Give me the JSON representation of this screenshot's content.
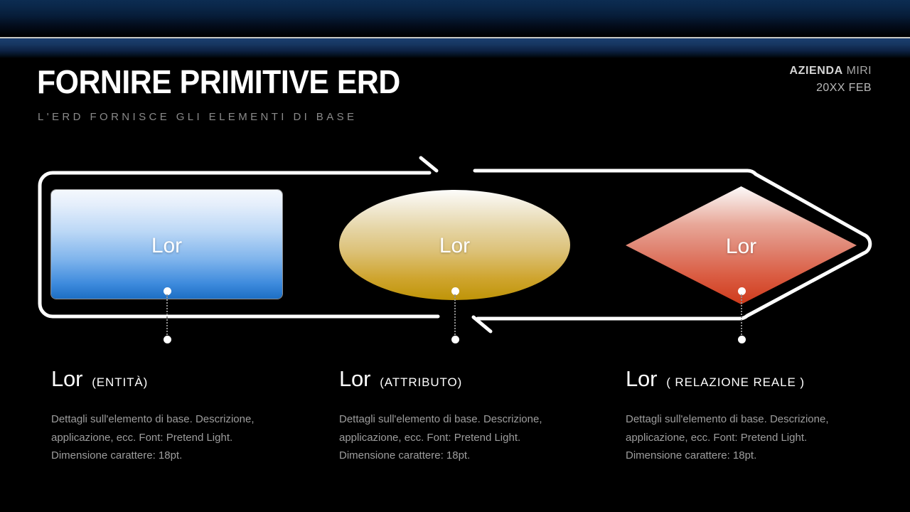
{
  "slide": {
    "background_color": "#000000",
    "accent_band_color": "#1b3f70"
  },
  "header": {
    "title": "FORNIRE PRIMITIVE ERD",
    "subtitle": "L'ERD FORNISCE GLI ELEMENTI DI BASE",
    "company_strong": "AZIENDA",
    "company_light": "MIRI",
    "date": "20XX FEB"
  },
  "diagram": {
    "arrow_color": "#ffffff",
    "shapes": [
      {
        "id": "entity",
        "type": "rounded-rectangle",
        "label": "Lor",
        "fill_top": "#f4f8fd",
        "fill_bottom": "#1d6fc4"
      },
      {
        "id": "attribute",
        "type": "ellipse",
        "label": "Lor",
        "fill_top": "#fdfdfb",
        "fill_bottom": "#bf9408"
      },
      {
        "id": "relationship",
        "type": "diamond",
        "label": "Lor",
        "fill_top": "#fdfafa",
        "fill_bottom": "#cf3b1c"
      }
    ]
  },
  "columns": [
    {
      "term": "Lor",
      "kind": "(ENTITÀ)",
      "body": "Dettagli sull'elemento di base. Descrizione, applicazione, ecc. Font: Pretend Light. Dimensione carattere: 18pt."
    },
    {
      "term": "Lor",
      "kind": "(ATTRIBUTO)",
      "body": "Dettagli sull'elemento di base. Descrizione, applicazione, ecc. Font: Pretend Light. Dimensione carattere: 18pt."
    },
    {
      "term": "Lor",
      "kind": "( RELAZIONE REALE )",
      "body": "Dettagli sull'elemento di base. Descrizione, applicazione, ecc. Font: Pretend Light. Dimensione carattere: 18pt."
    }
  ]
}
